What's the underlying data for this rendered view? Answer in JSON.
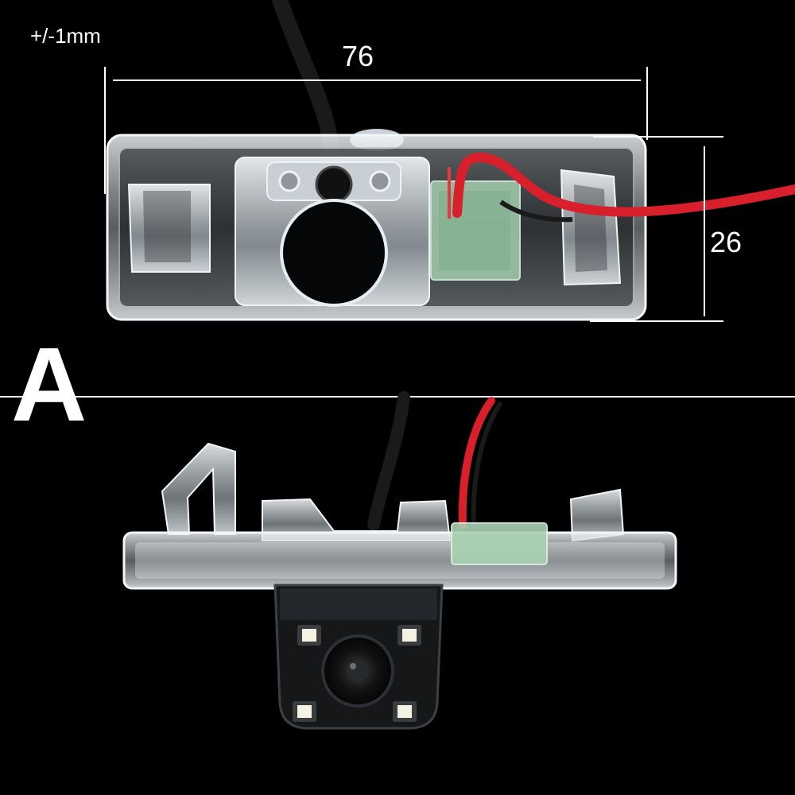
{
  "annotations": {
    "tolerance": "+/-1mm",
    "width_value": "76",
    "height_value": "26",
    "variant_letter": "A"
  },
  "colors": {
    "background": "#000000",
    "housing": "#d6dde2",
    "cable_black": "#1a1a1a",
    "wire_red": "#d8202c",
    "pcb_green": "#9fc7a8",
    "led_white": "#f4f2e2",
    "guide_lines": "#ffffff"
  },
  "icons": [
    "license-plate-light-housing",
    "camera-module",
    "led-lamp"
  ]
}
